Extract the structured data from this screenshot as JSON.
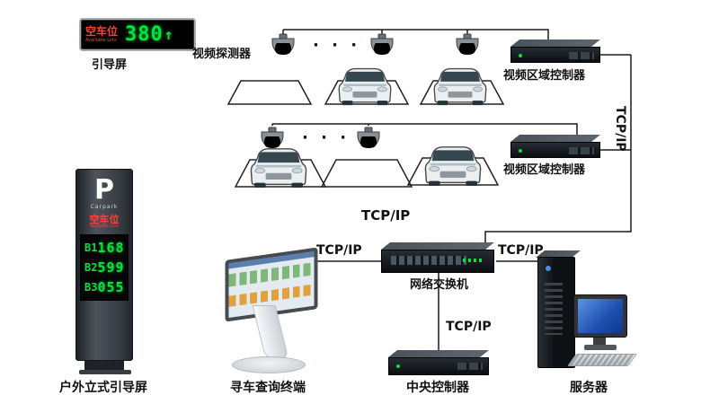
{
  "colors": {
    "green": "#00e53f",
    "red": "#ff4136",
    "cam_green": "#2ecc40",
    "cam_red": "#e0301e",
    "line": "#1a1a1a",
    "screen_blue": "#1d4fae"
  },
  "labels": {
    "guide_screen": "引导屏",
    "video_detector": "视频探测器",
    "video_area_controller": "视频区域控制器",
    "network_switch": "网络交换机",
    "kiosk_terminal": "寻车查询终端",
    "central_controller": "中央控制器",
    "server": "服务器",
    "outdoor_guide_screen": "户外立式引导屏",
    "tcpip": "TCP/IP",
    "dots": "· · ·"
  },
  "led_display": {
    "title_cn": "空车位",
    "title_en": "Available Lots",
    "value": "380",
    "arrow": "↑"
  },
  "pylon": {
    "letter": "P",
    "sub": "Carpark",
    "title_cn": "空车位",
    "title_en": "Available Lots",
    "rows": [
      {
        "label": "B1",
        "value": "168"
      },
      {
        "label": "B2",
        "value": "599"
      },
      {
        "label": "B3",
        "value": "055"
      }
    ]
  }
}
